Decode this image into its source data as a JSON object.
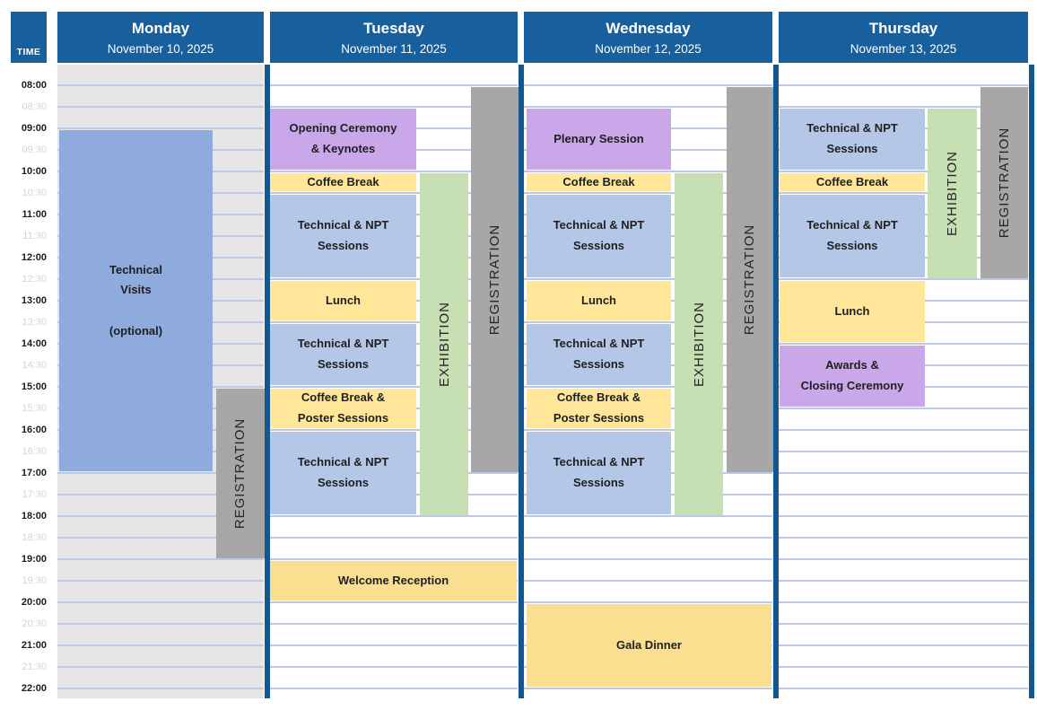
{
  "palette": {
    "header": "#175f9d",
    "separator": "#14578f",
    "gridline": "#bcc9e6",
    "monday_bg": "#e7e6e6",
    "visits": "#8faadc",
    "session": "#b4c7e7",
    "ceremony": "#c9a7e8",
    "break": "#ffe699",
    "evening": "#fbdf91",
    "exhibition": "#c6e0b4",
    "registration": "#a9a6a6"
  },
  "time_column": {
    "header": "TIME",
    "slots": [
      {
        "label": "08:00",
        "muted": false
      },
      {
        "label": "08:30",
        "muted": true
      },
      {
        "label": "09:00",
        "muted": false
      },
      {
        "label": "09:30",
        "muted": true
      },
      {
        "label": "10:00",
        "muted": false
      },
      {
        "label": "10:30",
        "muted": true
      },
      {
        "label": "11:00",
        "muted": false
      },
      {
        "label": "11:30",
        "muted": true
      },
      {
        "label": "12:00",
        "muted": false
      },
      {
        "label": "12:30",
        "muted": true
      },
      {
        "label": "13:00",
        "muted": false
      },
      {
        "label": "13:30",
        "muted": true
      },
      {
        "label": "14:00",
        "muted": false
      },
      {
        "label": "14:30",
        "muted": true
      },
      {
        "label": "15:00",
        "muted": false
      },
      {
        "label": "15:30",
        "muted": true
      },
      {
        "label": "16:00",
        "muted": false
      },
      {
        "label": "16:30",
        "muted": true
      },
      {
        "label": "17:00",
        "muted": false
      },
      {
        "label": "17:30",
        "muted": true
      },
      {
        "label": "18:00",
        "muted": false
      },
      {
        "label": "18:30",
        "muted": true
      },
      {
        "label": "19:00",
        "muted": false
      },
      {
        "label": "19:30",
        "muted": true
      },
      {
        "label": "20:00",
        "muted": false
      },
      {
        "label": "20:30",
        "muted": true
      },
      {
        "label": "21:00",
        "muted": false
      },
      {
        "label": "21:30",
        "muted": true
      },
      {
        "label": "22:00",
        "muted": false
      }
    ]
  },
  "days": [
    {
      "name": "Monday",
      "date": "November 10, 2025",
      "events": [
        {
          "label": "Technical\nVisits\n\n(optional)",
          "start": "09:00",
          "end": "17:00",
          "type": "visits"
        }
      ],
      "bars": [
        {
          "label": "REGISTRATION",
          "start": "15:00",
          "end": "19:00",
          "type": "registration"
        }
      ]
    },
    {
      "name": "Tuesday",
      "date": "November 11, 2025",
      "events": [
        {
          "label": "Opening Ceremony\n& Keynotes",
          "start": "08:30",
          "end": "10:00",
          "type": "ceremony"
        },
        {
          "label": "Coffee Break",
          "start": "10:00",
          "end": "10:30",
          "type": "break"
        },
        {
          "label": "Technical & NPT\nSessions",
          "start": "10:30",
          "end": "12:30",
          "type": "session"
        },
        {
          "label": "Lunch",
          "start": "12:30",
          "end": "13:30",
          "type": "break"
        },
        {
          "label": "Technical & NPT\nSessions",
          "start": "13:30",
          "end": "15:00",
          "type": "session"
        },
        {
          "label": "Coffee Break &\nPoster Sessions",
          "start": "15:00",
          "end": "16:00",
          "type": "break"
        },
        {
          "label": "Technical & NPT\nSessions",
          "start": "16:00",
          "end": "18:00",
          "type": "session"
        },
        {
          "label": "Welcome Reception",
          "start": "19:00",
          "end": "20:00",
          "type": "evening",
          "span": "full"
        }
      ],
      "bars": [
        {
          "label": "EXHIBITION",
          "start": "10:00",
          "end": "18:00",
          "type": "exhibition"
        },
        {
          "label": "REGISTRATION",
          "start": "08:00",
          "end": "17:00",
          "type": "registration"
        }
      ]
    },
    {
      "name": "Wednesday",
      "date": "November 12, 2025",
      "events": [
        {
          "label": "Plenary Session",
          "start": "08:30",
          "end": "10:00",
          "type": "ceremony"
        },
        {
          "label": "Coffee Break",
          "start": "10:00",
          "end": "10:30",
          "type": "break"
        },
        {
          "label": "Technical & NPT\nSessions",
          "start": "10:30",
          "end": "12:30",
          "type": "session"
        },
        {
          "label": "Lunch",
          "start": "12:30",
          "end": "13:30",
          "type": "break"
        },
        {
          "label": "Technical & NPT\nSessions",
          "start": "13:30",
          "end": "15:00",
          "type": "session"
        },
        {
          "label": "Coffee Break &\nPoster Sessions",
          "start": "15:00",
          "end": "16:00",
          "type": "break"
        },
        {
          "label": "Technical & NPT\nSessions",
          "start": "16:00",
          "end": "18:00",
          "type": "session"
        },
        {
          "label": "Gala Dinner",
          "start": "20:00",
          "end": "22:00",
          "type": "evening",
          "span": "full"
        }
      ],
      "bars": [
        {
          "label": "EXHIBITION",
          "start": "10:00",
          "end": "18:00",
          "type": "exhibition"
        },
        {
          "label": "REGISTRATION",
          "start": "08:00",
          "end": "17:00",
          "type": "registration"
        }
      ]
    },
    {
      "name": "Thursday",
      "date": "November 13, 2025",
      "events": [
        {
          "label": "Technical & NPT\nSessions",
          "start": "08:30",
          "end": "10:00",
          "type": "session"
        },
        {
          "label": "Coffee Break",
          "start": "10:00",
          "end": "10:30",
          "type": "break"
        },
        {
          "label": "Technical & NPT\nSessions",
          "start": "10:30",
          "end": "12:30",
          "type": "session"
        },
        {
          "label": "Lunch",
          "start": "12:30",
          "end": "14:00",
          "type": "break"
        },
        {
          "label": "Awards &\nClosing Ceremony",
          "start": "14:00",
          "end": "15:30",
          "type": "ceremony"
        }
      ],
      "bars": [
        {
          "label": "EXHIBITION",
          "start": "08:30",
          "end": "12:30",
          "type": "exhibition"
        },
        {
          "label": "REGISTRATION",
          "start": "08:00",
          "end": "12:30",
          "type": "registration"
        }
      ]
    }
  ]
}
